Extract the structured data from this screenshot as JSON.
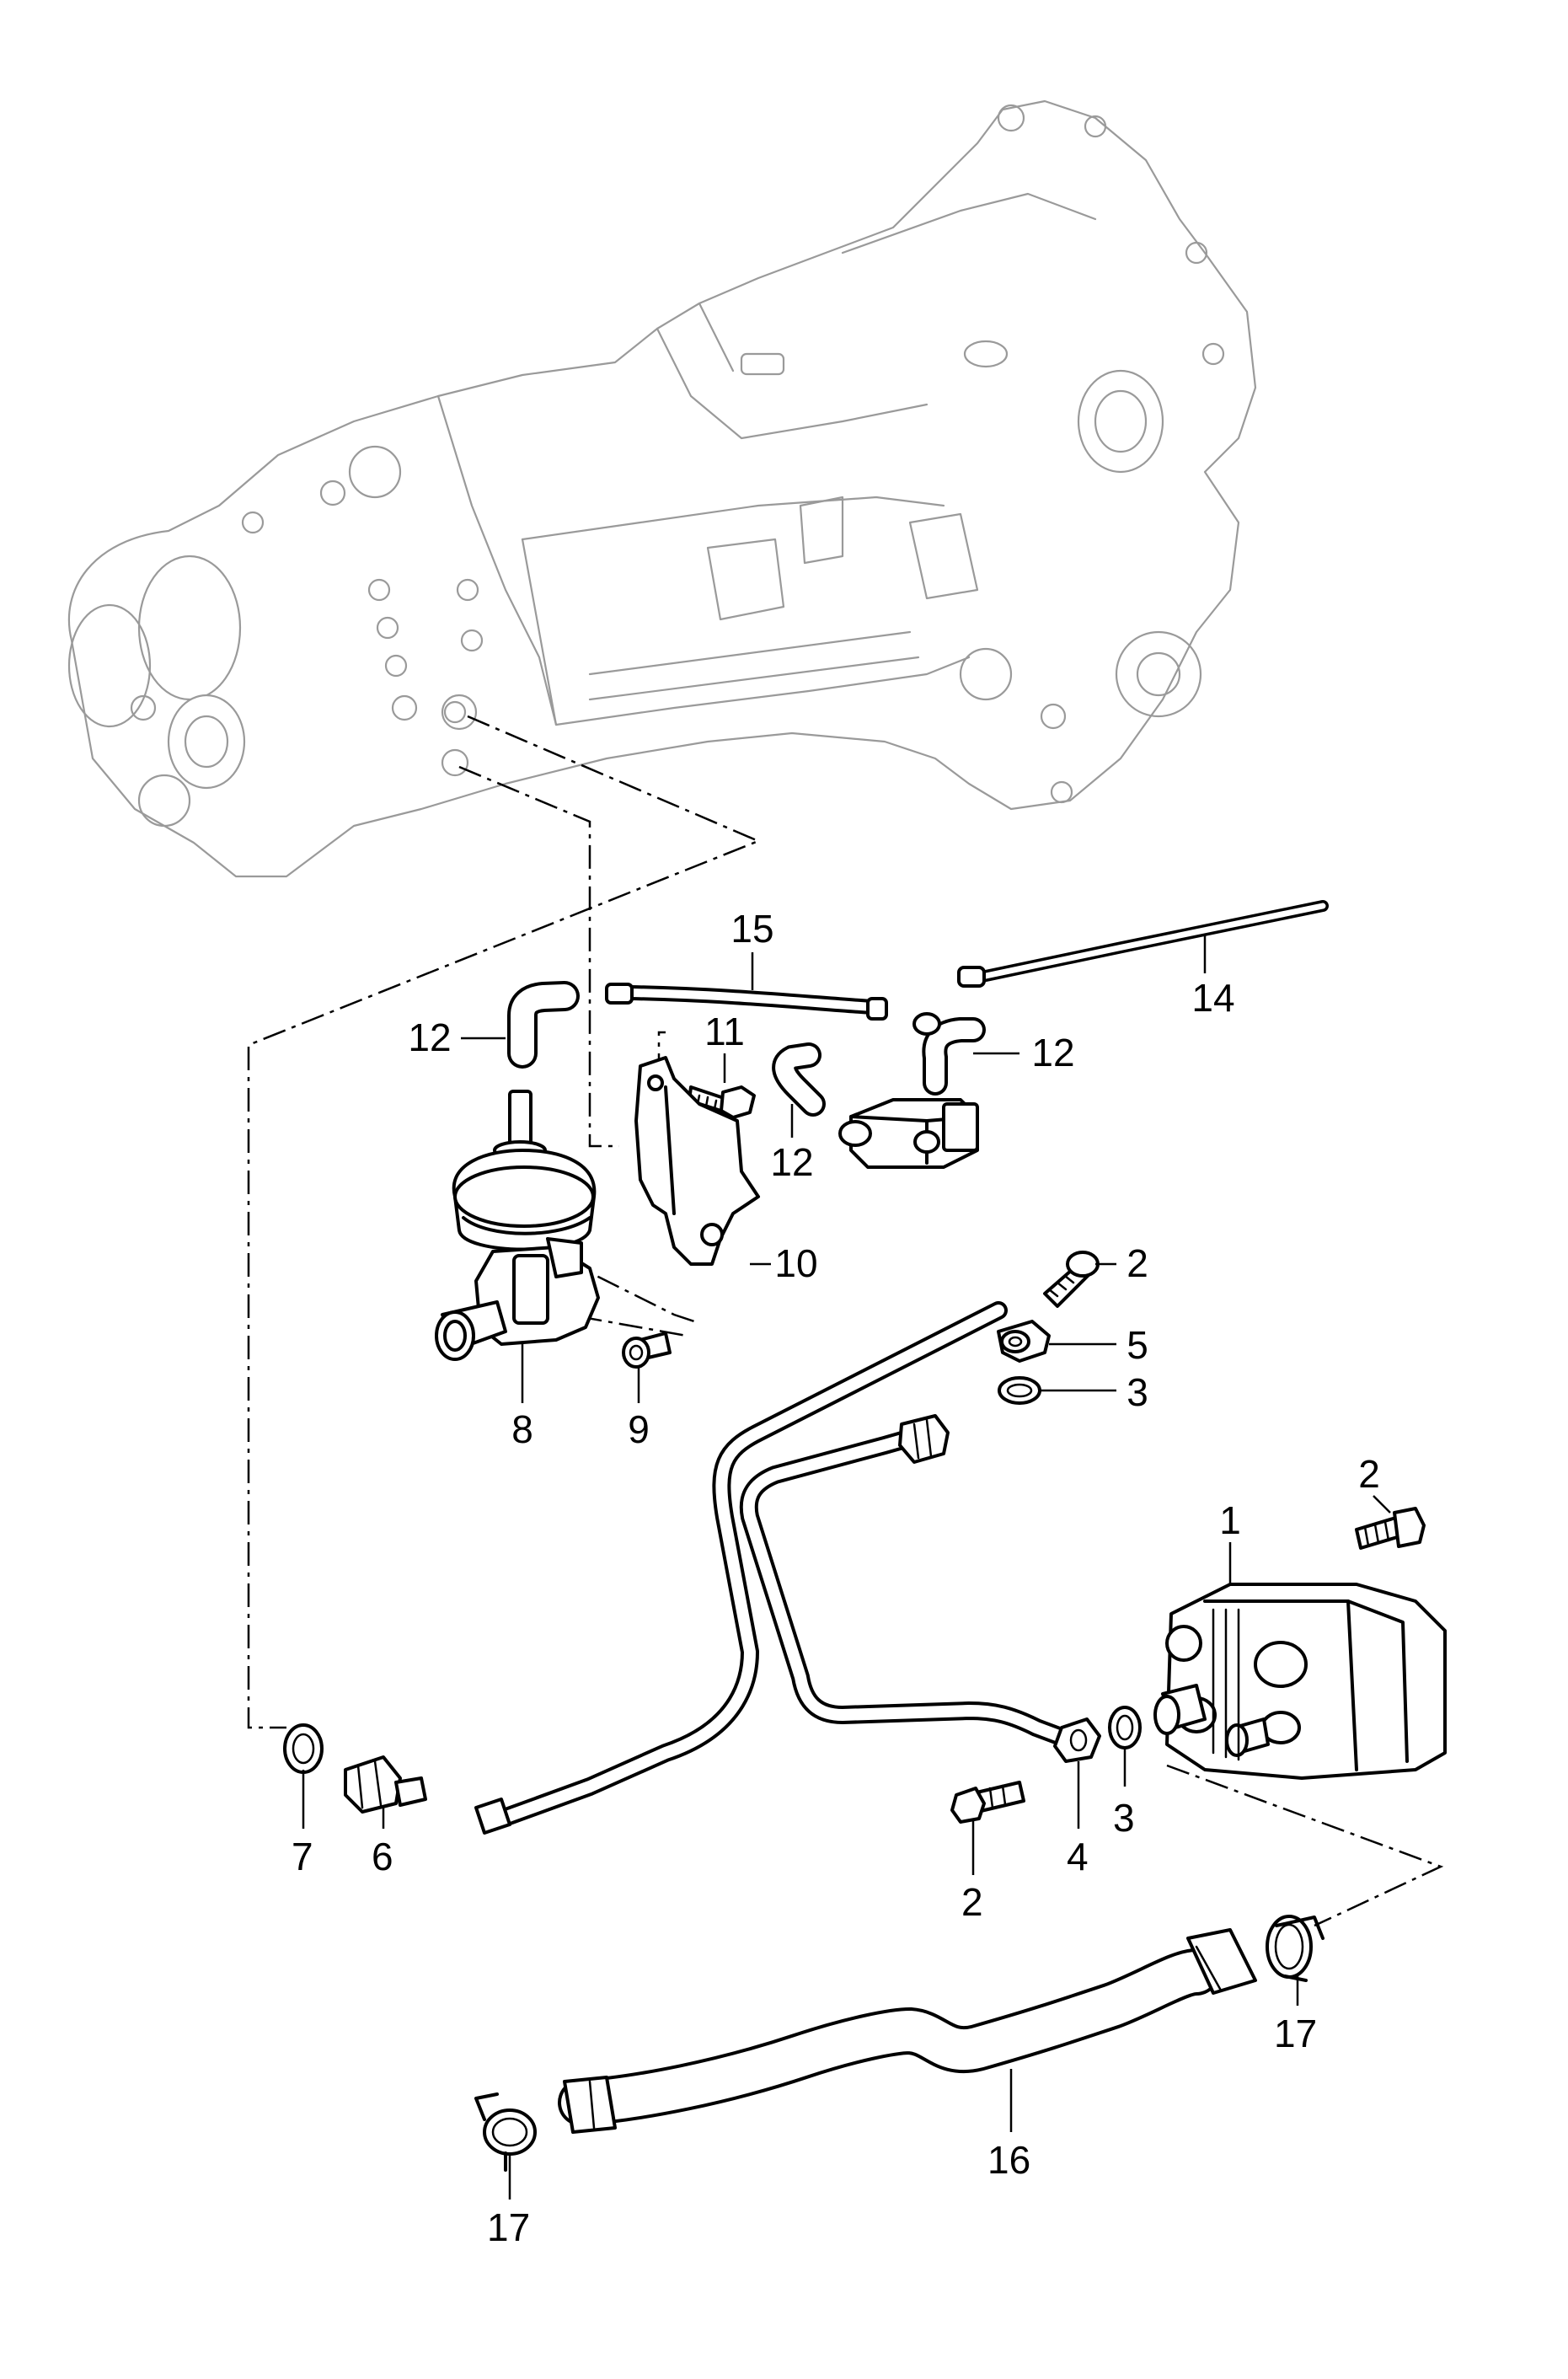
{
  "callouts": [
    {
      "id": "c1",
      "text": "1"
    },
    {
      "id": "c2a",
      "text": "2"
    },
    {
      "id": "c2b",
      "text": "2"
    },
    {
      "id": "c2c",
      "text": "2"
    },
    {
      "id": "c3a",
      "text": "3"
    },
    {
      "id": "c3b",
      "text": "3"
    },
    {
      "id": "c4",
      "text": "4"
    },
    {
      "id": "c5",
      "text": "5"
    },
    {
      "id": "c6",
      "text": "6"
    },
    {
      "id": "c7",
      "text": "7"
    },
    {
      "id": "c8",
      "text": "8"
    },
    {
      "id": "c9",
      "text": "9"
    },
    {
      "id": "c10",
      "text": "10"
    },
    {
      "id": "c11",
      "text": "11"
    },
    {
      "id": "c12a",
      "text": "12"
    },
    {
      "id": "c12b",
      "text": "12"
    },
    {
      "id": "c12c",
      "text": "12"
    },
    {
      "id": "c14",
      "text": "14"
    },
    {
      "id": "c15",
      "text": "15"
    },
    {
      "id": "c16",
      "text": "16"
    },
    {
      "id": "c17a",
      "text": "17"
    },
    {
      "id": "c17b",
      "text": "17"
    }
  ]
}
